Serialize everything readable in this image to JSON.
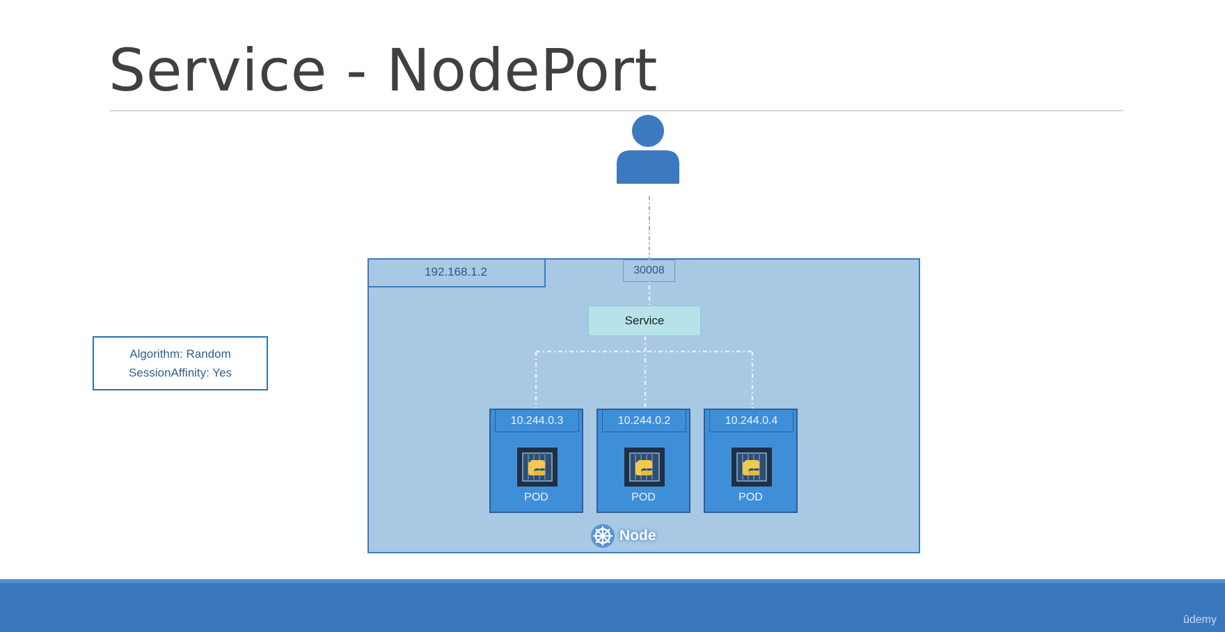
{
  "slide": {
    "title": "Service - NodePort"
  },
  "info": {
    "algorithm": "Algorithm: Random",
    "session_affinity": "SessionAffinity: Yes"
  },
  "node": {
    "ip": "192.168.1.2",
    "port": "30008",
    "label": "Node",
    "icon": "kubernetes-wheel-icon"
  },
  "service": {
    "label": "Service"
  },
  "pods": [
    {
      "ip": "10.244.0.3",
      "label": "POD",
      "icon": "python-container-icon"
    },
    {
      "ip": "10.244.0.2",
      "label": "POD",
      "icon": "python-container-icon"
    },
    {
      "ip": "10.244.0.4",
      "label": "POD",
      "icon": "python-container-icon"
    }
  ],
  "user": {
    "icon": "user-icon"
  },
  "footer": {
    "brand": "ûdemy"
  },
  "colors": {
    "node_fill": "#a9c8e4",
    "node_border": "#3a7cc3",
    "pod_fill": "#3f8fd8",
    "service_fill": "#b6e2ea",
    "footer": "#3a78bd"
  }
}
